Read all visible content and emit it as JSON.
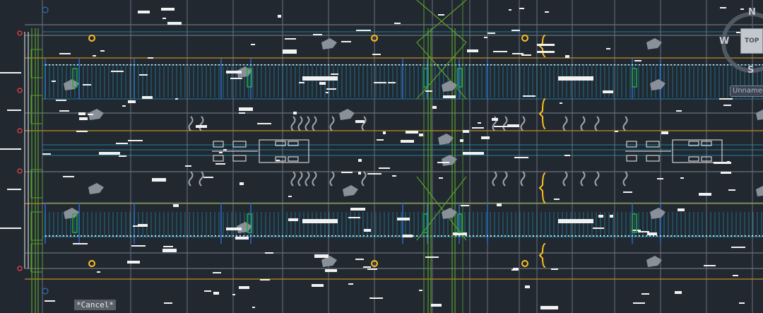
{
  "viewcube": {
    "north": "N",
    "west": "W",
    "south": "S",
    "top_face": "TOP"
  },
  "ucs_menu": {
    "label": "Unnamed"
  },
  "command_status": {
    "text": "*Cancel*"
  },
  "colors": {
    "background": "#212830",
    "grid_line": "#6a717b",
    "orange_line": "#c08a1e",
    "cyan_line": "#1f9ec8",
    "blue_line": "#2f67c9",
    "green_line": "#5aa02c",
    "white_ink": "#f2f2f2",
    "red_marker": "#ff4444",
    "yellow_bracket": "#ffc020"
  }
}
